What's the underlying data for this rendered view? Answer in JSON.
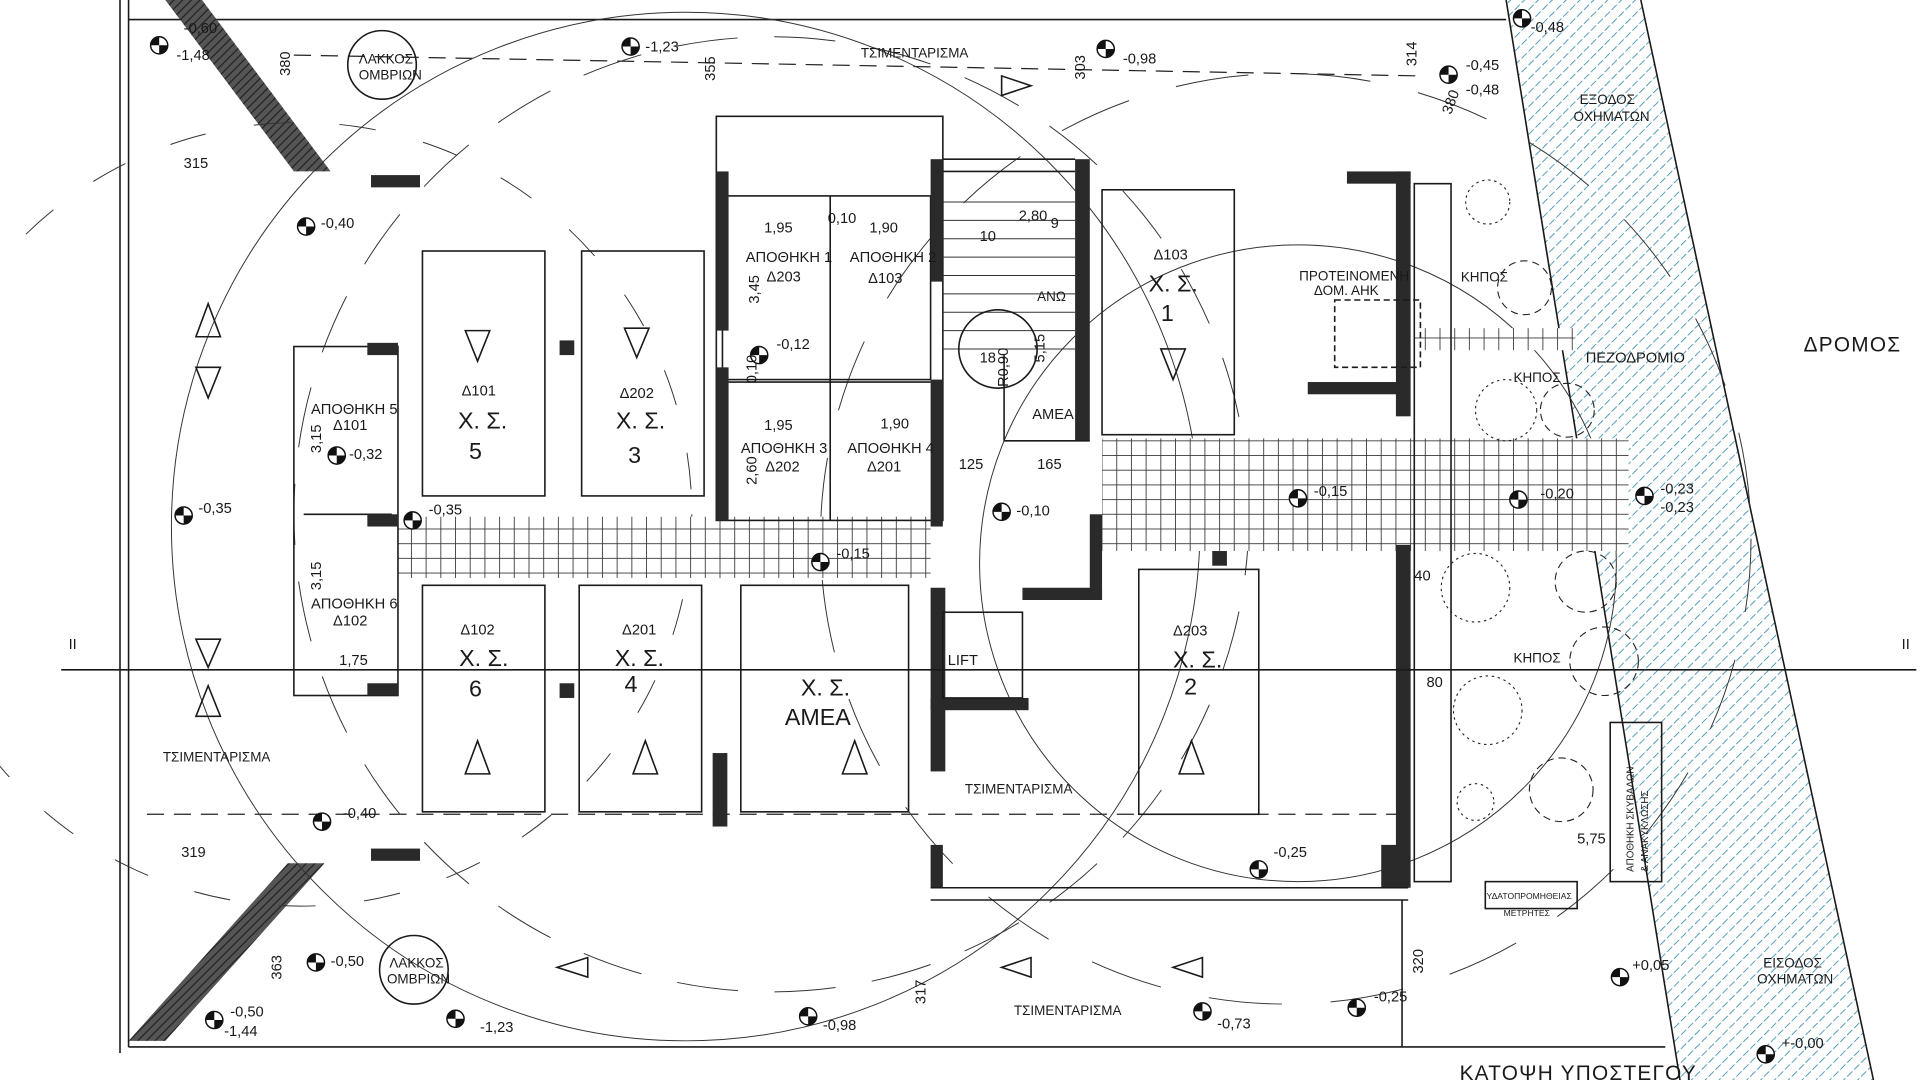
{
  "title": "ΚΑΤΟΨΗ ΥΠΟΣΤΕΓΟΥ",
  "street": "ΔΡΟΜΟΣ",
  "sidewalk": "ΠΕΖΟΔΡΟΜΙΟ",
  "vehicle_exit": [
    "ΕΞΟΔΟΣ",
    "ΟΧΗΜΑΤΩΝ"
  ],
  "vehicle_entry": [
    "ΕΙΣΟΔΟΣ",
    "ΟΧΗΜΑΤΩΝ"
  ],
  "rain_pit": [
    "ΛΑΚΚΟΣ",
    "ΟΜΒΡΙΩΝ"
  ],
  "concrete": "ΤΣΙΜΕΝΤΑΡΙΣΜΑ",
  "garden": "ΚΗΠΟΣ",
  "proposed_structure": [
    "ΠΡΟΤΕΙΝΟΜΕΝΗ",
    "ΔΟΜ. ΑΗΚ"
  ],
  "water_meters": [
    "ΥΔΑΤΟΠΡΟΜΗΘΕΙΑΣ",
    "ΜΕΤΡΗΤΕΣ"
  ],
  "bin_storage": [
    "ΑΠΟΘΗΚΗ ΣΚΥΒΑΛΩΝ",
    "& ΑΝΑΚΥΚΛΩΣΗΣ"
  ],
  "lift": "LIFT",
  "amea": "ΑΜΕΑ",
  "up": "ΑΝΩ",
  "parking": [
    {
      "unit": "Δ101",
      "code": "Χ. Σ.",
      "num": "5"
    },
    {
      "unit": "Δ202",
      "code": "Χ. Σ.",
      "num": "3"
    },
    {
      "unit": "Δ102",
      "code": "Χ. Σ.",
      "num": "6"
    },
    {
      "unit": "Δ201",
      "code": "Χ. Σ.",
      "num": "4"
    },
    {
      "unit": "",
      "code": "Χ. Σ.",
      "num": "ΑΜΕΑ"
    },
    {
      "unit": "Δ103",
      "code": "Χ. Σ.",
      "num": "1"
    },
    {
      "unit": "Δ203",
      "code": "Χ. Σ.",
      "num": "2"
    }
  ],
  "storage": [
    {
      "name": "ΑΠΟΘΗΚΗ 1",
      "unit": "Δ203"
    },
    {
      "name": "ΑΠΟΘΗΚΗ 2",
      "unit": "Δ103"
    },
    {
      "name": "ΑΠΟΘΗΚΗ 3",
      "unit": "Δ202"
    },
    {
      "name": "ΑΠΟΘΗΚΗ 4",
      "unit": "Δ201"
    },
    {
      "name": "ΑΠΟΘΗΚΗ 5",
      "unit": "Δ101"
    },
    {
      "name": "ΑΠΟΘΗΚΗ 6",
      "unit": "Δ102"
    }
  ],
  "levels": [
    "-0,60",
    "-1,48",
    "-1,23",
    "-0,98",
    "-0,48",
    "-0,45",
    "-0,48",
    "-0,40",
    "-0,35",
    "-0,32",
    "-0,35",
    "-0,12",
    "-0,15",
    "-0,10",
    "-0,15",
    "-0,20",
    "-0,23",
    "-0,23",
    "-0,40",
    "-0,25",
    "-0,50",
    "-1,23",
    "-0,50",
    "-1,44",
    "-0,98",
    "-0,73",
    "-0,25",
    "+0,05",
    "+-0,00"
  ],
  "dimensions": [
    "380",
    "355",
    "303",
    "314",
    "380",
    "315",
    "1,95",
    "0,10",
    "1,90",
    "2,80",
    "9",
    "10",
    "3,45",
    "1,95",
    "1,90",
    "2,60",
    "0,10",
    "3,15",
    "3,15",
    "1,75",
    "18",
    "R0,90",
    "5,15",
    "125",
    "165",
    "40",
    "80",
    "319",
    "363",
    "317",
    "320",
    "5,75",
    "II",
    "II"
  ]
}
